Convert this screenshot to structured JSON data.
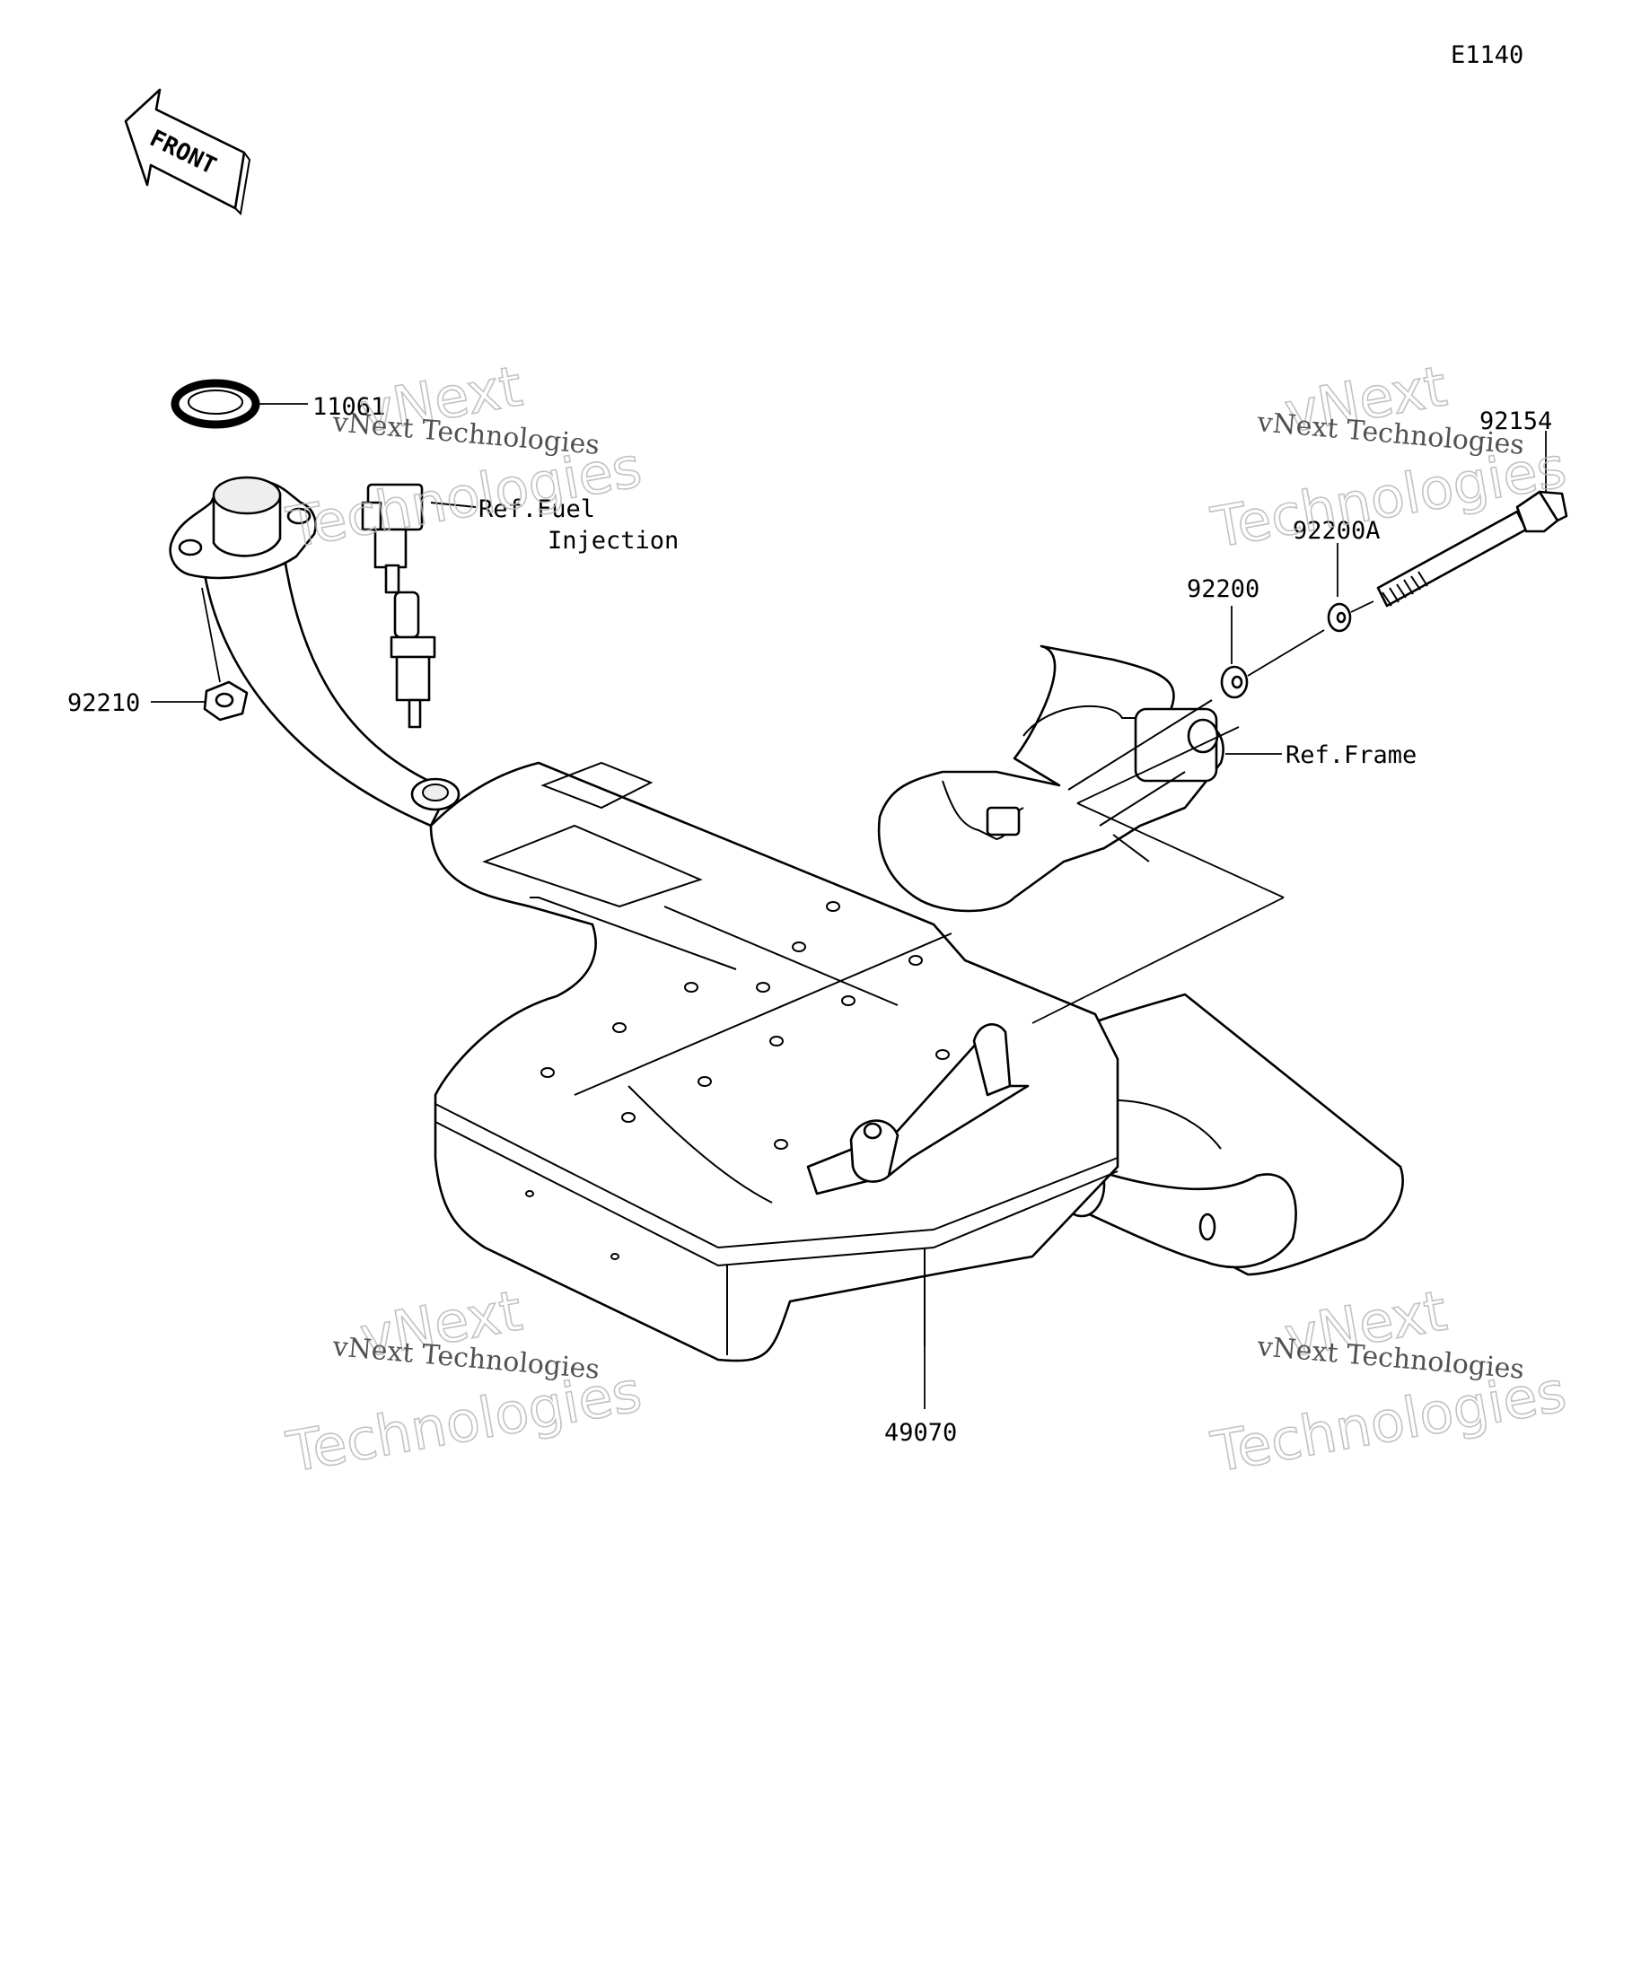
{
  "diagram": {
    "code": "E1140",
    "front_arrow": "FRONT",
    "parts": {
      "p11061": "11061",
      "p92210": "92210",
      "p92200": "92200",
      "p92200A": "92200A",
      "p92154": "92154",
      "p49070": "49070"
    },
    "refs": {
      "fuel_line1": "Ref.Fuel",
      "fuel_line2": "Injection",
      "frame": "Ref.Frame"
    }
  },
  "watermarks": {
    "line1": "vNext",
    "line2": "vNext Technologies",
    "line3": "Technologies"
  }
}
